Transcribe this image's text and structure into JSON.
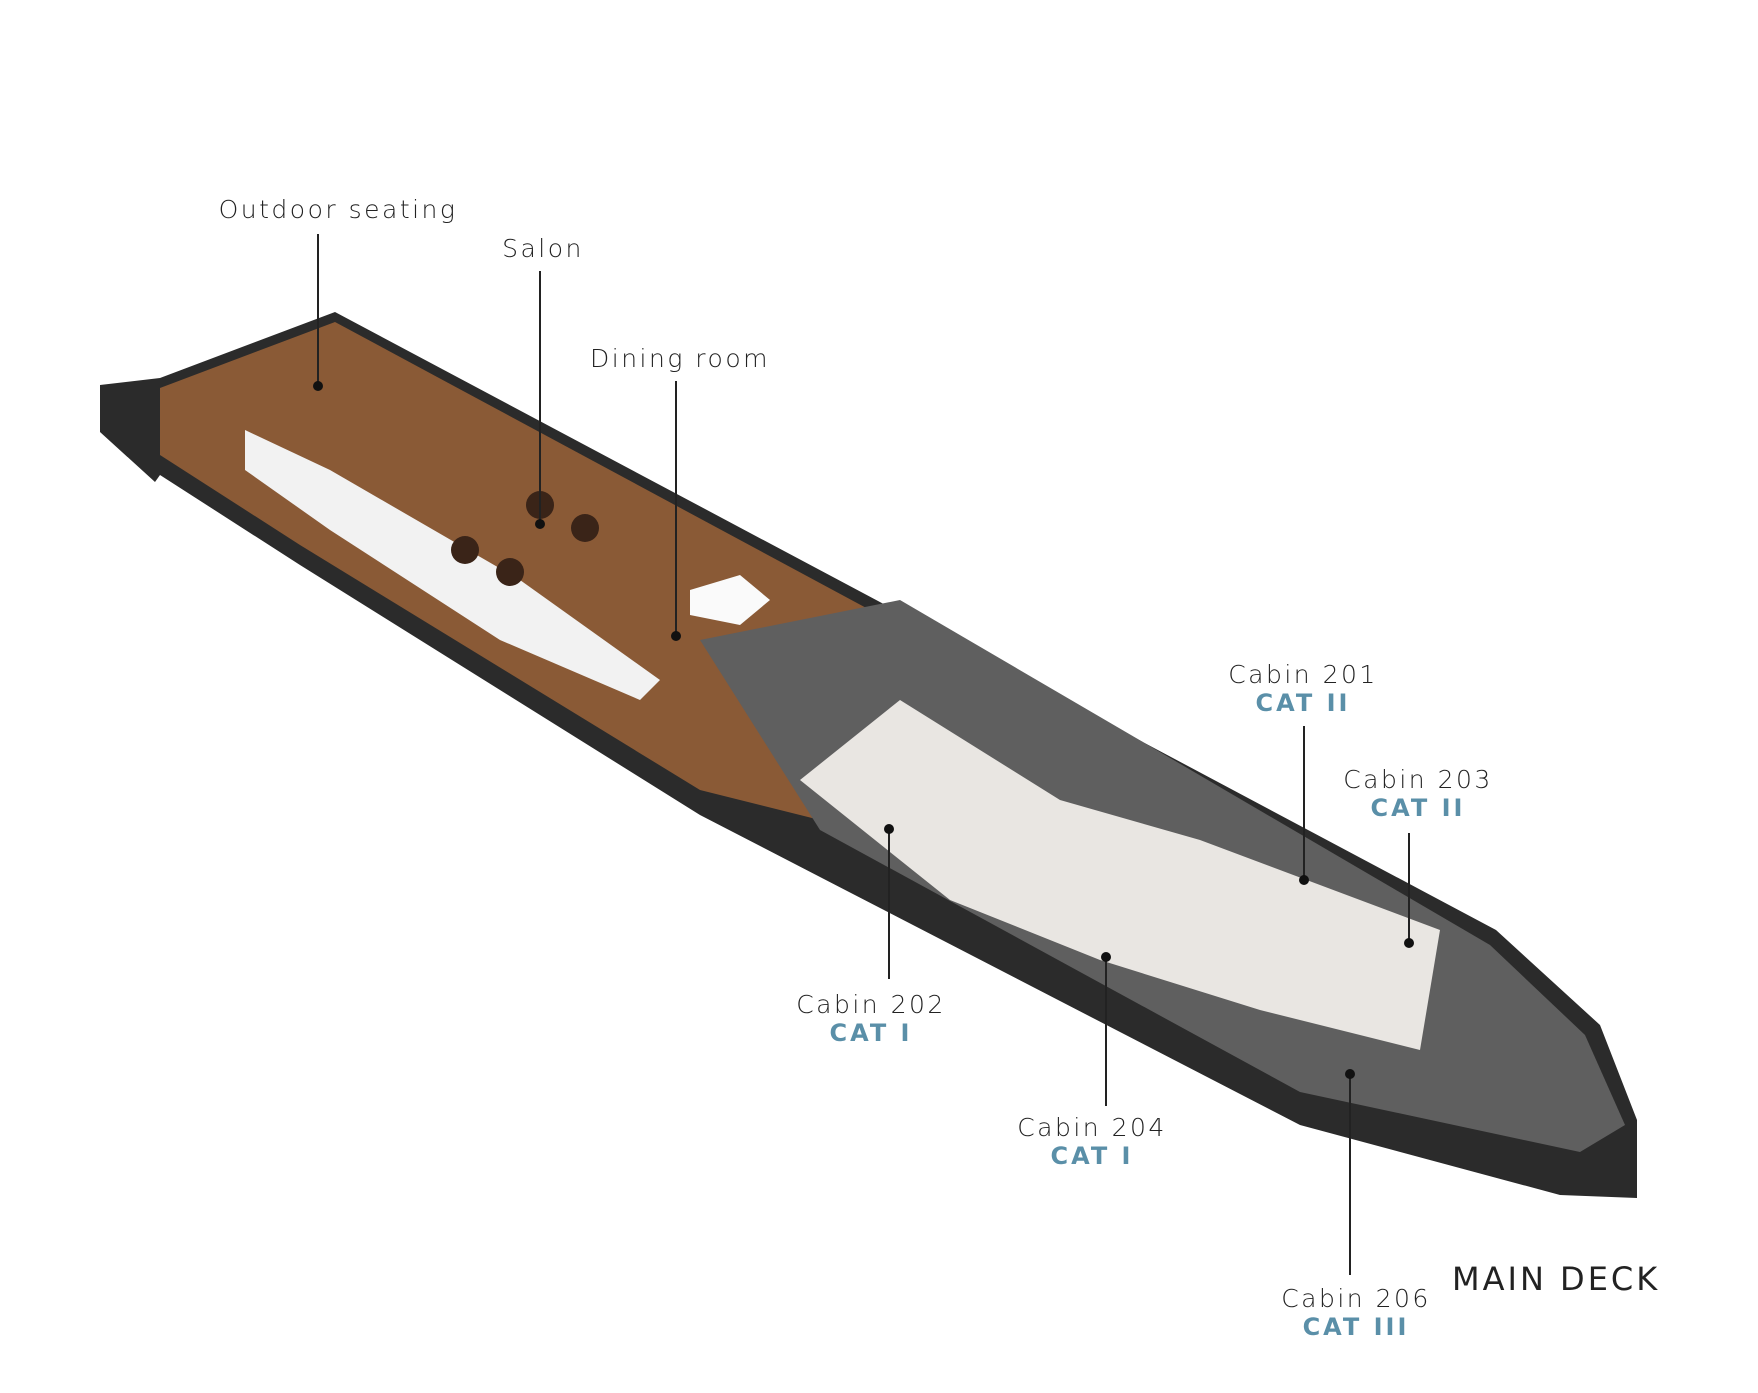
{
  "title": "MAIN DECK",
  "colors": {
    "accent": "#5a8fa8",
    "hull": "#2b2b2b",
    "deck_wood": "#8a5a36",
    "deck_grey": "#5f5f5f"
  },
  "areas": [
    {
      "name": "Outdoor seating"
    },
    {
      "name": "Salon"
    },
    {
      "name": "Dining room"
    }
  ],
  "cabins": [
    {
      "name": "Cabin 201",
      "category": "CAT II"
    },
    {
      "name": "Cabin 203",
      "category": "CAT II"
    },
    {
      "name": "Cabin 202",
      "category": "CAT I"
    },
    {
      "name": "Cabin 204",
      "category": "CAT I"
    },
    {
      "name": "Cabin 206",
      "category": "CAT III"
    }
  ]
}
